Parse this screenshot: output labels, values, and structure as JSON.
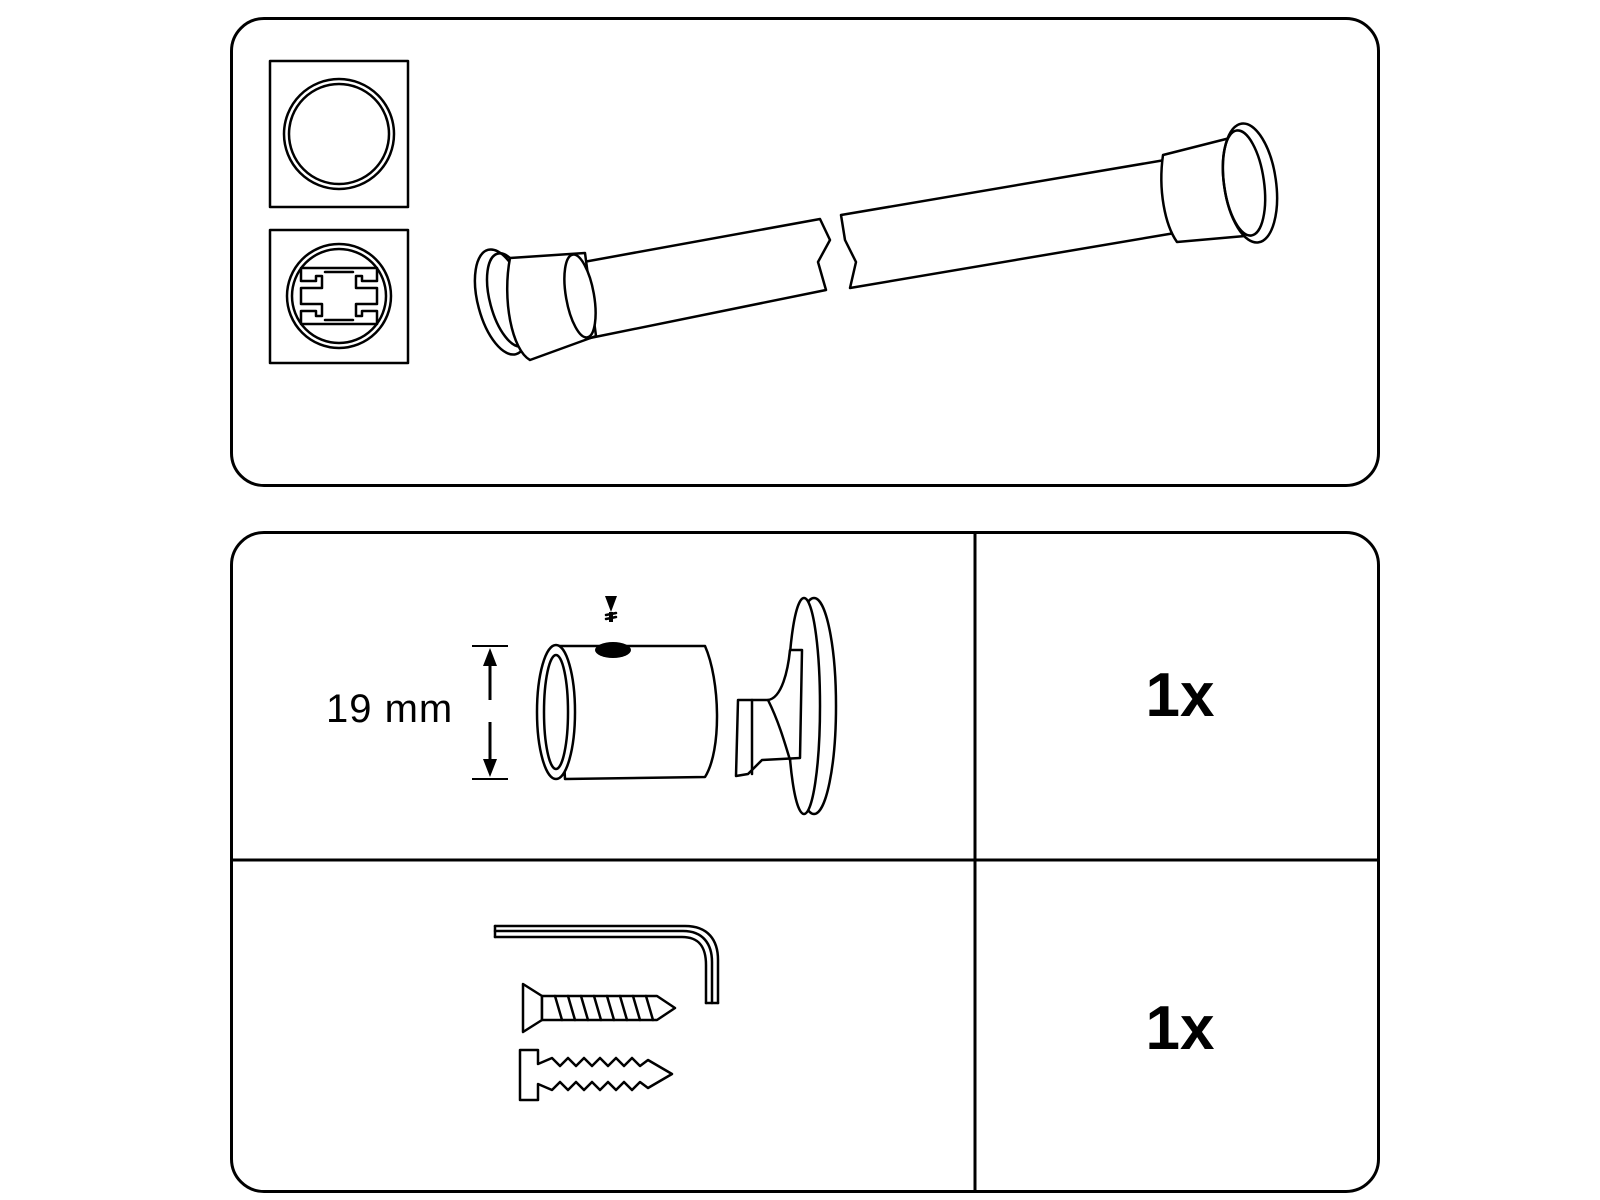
{
  "bracket_row": {
    "dimension_label": "19 mm",
    "quantity": "1x"
  },
  "hardware_row": {
    "quantity": "1x"
  },
  "colors": {
    "line": "#000000",
    "background": "#ffffff"
  },
  "icons": [
    "round-profile-icon",
    "rail-profile-icon",
    "curtain-rod-icon",
    "wall-bracket-icon",
    "allen-key-icon",
    "screw-icon",
    "wall-plug-icon"
  ]
}
